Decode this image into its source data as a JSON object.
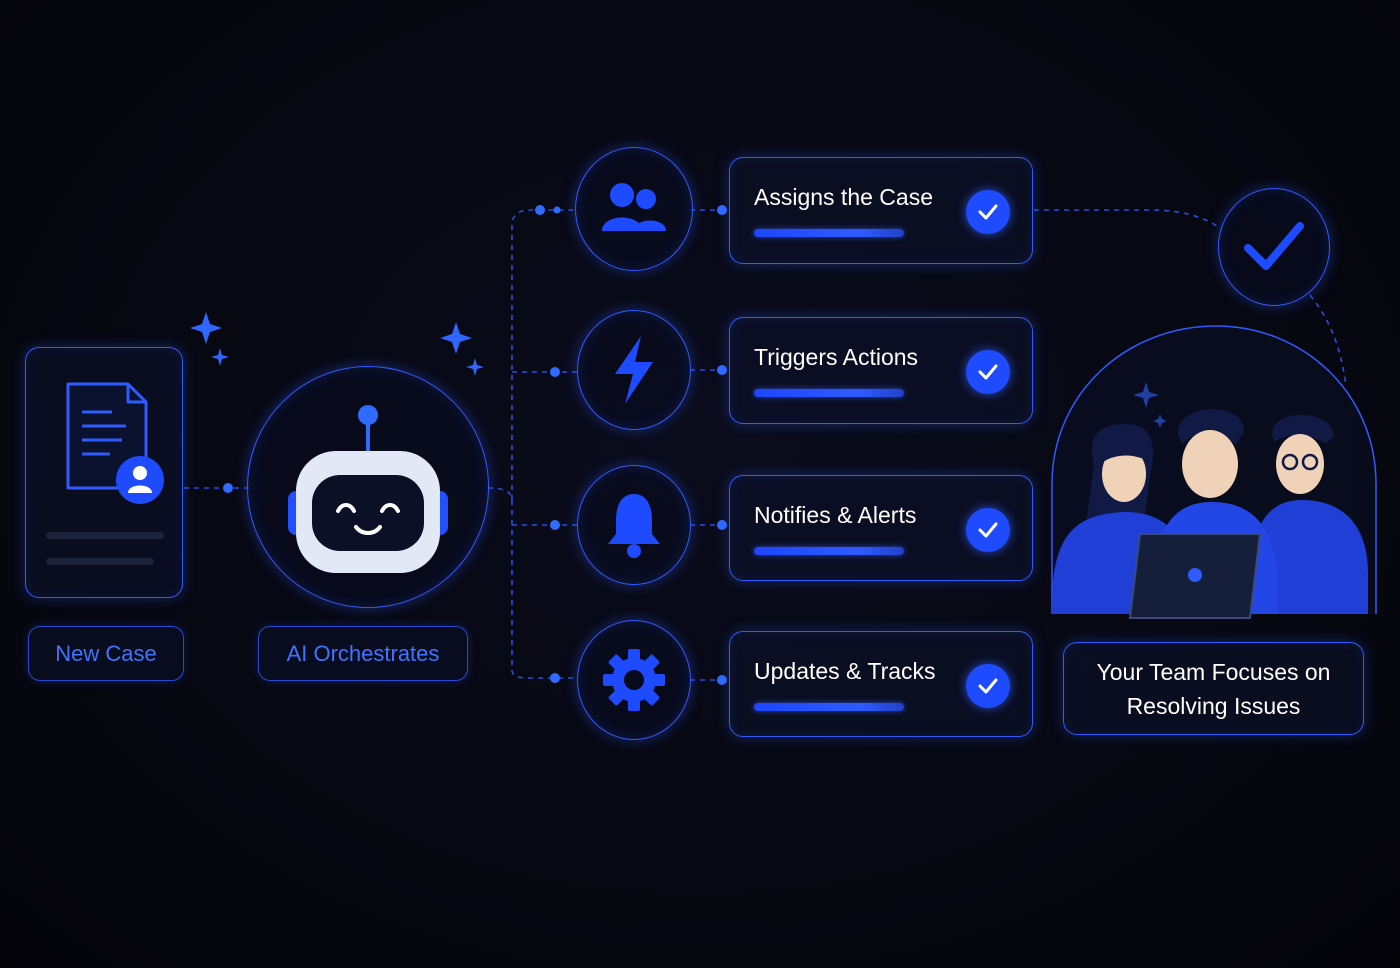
{
  "nodes": {
    "new_case": "New Case",
    "ai": "AI Orchestrates",
    "team_line1": "Your Team Focuses on",
    "team_line2": "Resolving Issues"
  },
  "steps": [
    {
      "label": "Assigns the Case",
      "icon": "users-icon"
    },
    {
      "label": "Triggers Actions",
      "icon": "lightning-icon"
    },
    {
      "label": "Notifies & Alerts",
      "icon": "bell-icon"
    },
    {
      "label": "Updates & Tracks",
      "icon": "gear-icon"
    }
  ],
  "colors": {
    "accent": "#2f5bff",
    "background": "#06070f",
    "label_blue": "#3f74ff"
  }
}
